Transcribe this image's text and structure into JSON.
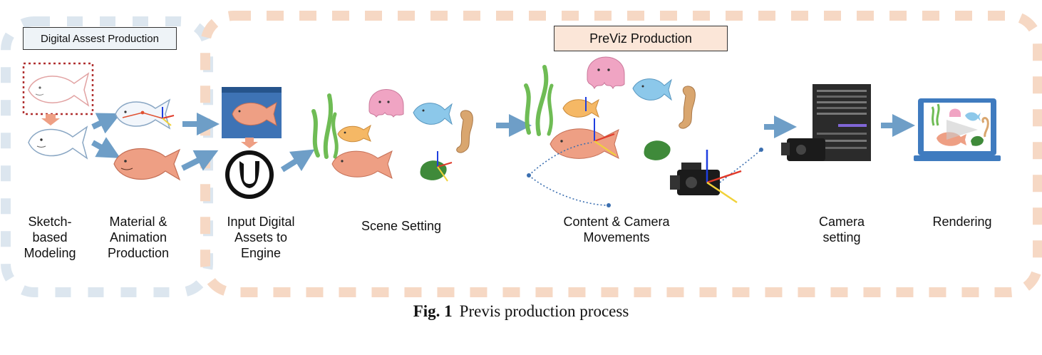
{
  "groups": {
    "digital": {
      "title": "Digital Assest Production"
    },
    "previz": {
      "title": "PreViz Production"
    }
  },
  "steps": [
    {
      "label": "Sketch-\nbased\nModeling"
    },
    {
      "label": "Material &\nAnimation\nProduction"
    },
    {
      "label": "Input Digital\nAssets to\nEngine"
    },
    {
      "label": "Scene Setting"
    },
    {
      "label": "Content & Camera\nMovements"
    },
    {
      "label": "Camera\nsetting"
    },
    {
      "label": "Rendering"
    }
  ],
  "caption": {
    "number": "Fig. 1",
    "text": "Previs production process"
  },
  "icons": [
    "unreal-engine-logo-icon",
    "movie-camera-icon",
    "monitor-icon",
    "fish-icon",
    "jellyfish-icon",
    "seahorse-icon",
    "turtle-icon",
    "seaweed-icon"
  ],
  "colors": {
    "digital_border": "#dce6ef",
    "previz_border": "#f6d8c4",
    "arrow": "#6e9ec7",
    "fish_blue": "#8cc8ea",
    "fish_salmon": "#ee9f84",
    "fish_orange": "#f5b865",
    "jelly": "#f0a4c3",
    "seaweed": "#6fbc55",
    "turtle": "#3f8a3a",
    "seahorse": "#d9a66f",
    "dotted_red": "#b03030",
    "axis_blue": "#1f3fe0",
    "axis_red": "#e03a2a",
    "axis_yellow": "#f1d23a"
  }
}
